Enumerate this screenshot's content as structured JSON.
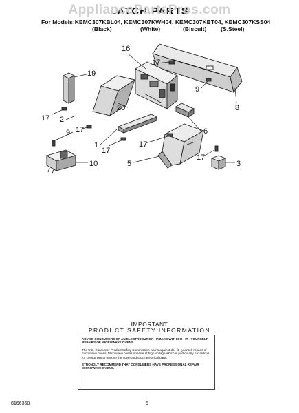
{
  "watermark": "AppliancePartsPros.com",
  "title": "LATCH PARTS",
  "models_line": "For Models:KEMC307KBL04, KEMC307KWH04, KEMC307KBT04, KEMC307KSS04",
  "colors": [
    "(Black)",
    "(White)",
    "(Biscuit)",
    "(S.Steel)"
  ],
  "callouts": [
    "16",
    "17",
    "19",
    "9",
    "8",
    "17",
    "20",
    "2",
    "17",
    "17",
    "6",
    "9",
    "1",
    "17",
    "17",
    "10",
    "5",
    "17",
    "3"
  ],
  "important": {
    "line1": "IMPORTANT",
    "line2": "PRODUCT  SAFETY  INFORMATION",
    "para1": "ADVISE CONSUMERS OF AN ELECTROCUTION HAZARD WITH DO - IT - YOURSELF REPAIRS OF MICROWAVE OVENS.",
    "para2": "The U.S. Consumer Product Safety Commission warns against do - it - yourself repairs of microwave ovens. Microwave ovens operate at high voltage which is particularly hazardous for consumers to remove the cover and touch electrical parts.",
    "para3": "STRONGLY RECOMMEND THAT CONSUMERS HAVE PROFESSIONAL REPAIR MICROWAVE OVENS."
  },
  "footer": {
    "doc_number": "8166358",
    "page_number": "5"
  }
}
